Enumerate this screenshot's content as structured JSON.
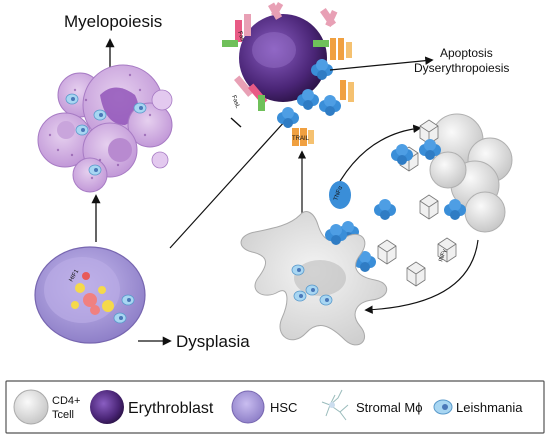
{
  "labels": {
    "myelopoiesis": "Myelopoiesis",
    "apoptosis": "Apoptosis",
    "dyserythropoiesis": "Dyserythropoiesis",
    "dysplasia": "Dysplasia",
    "hif1": "HIF1",
    "fas": "Fas",
    "fasl": "FasL",
    "trail": "TRAIL",
    "tnfa": "TNFα",
    "ifng": "INFγ"
  },
  "legend": {
    "cd4_line1": "CD4+",
    "cd4_line2": "Tcell",
    "erythroblast": "Erythroblast",
    "hsc": "HSC",
    "stromal": "Stromal Mϕ",
    "leishmania": "Leishmania"
  },
  "colors": {
    "erythroblast_dark": "#3a1d5c",
    "erythroblast_light": "#7b4fb0",
    "hsc": "#9f8fd0",
    "myeloid": "#c9a5dc",
    "leishmania": "#9fd0f0",
    "cytokine": "#3a8ed8",
    "fas": "#e85a85",
    "fasl": "#e8a0b5",
    "trail": "#f0a040",
    "green_receptor": "#6fc05a",
    "tcell": "#d9d9d9"
  }
}
